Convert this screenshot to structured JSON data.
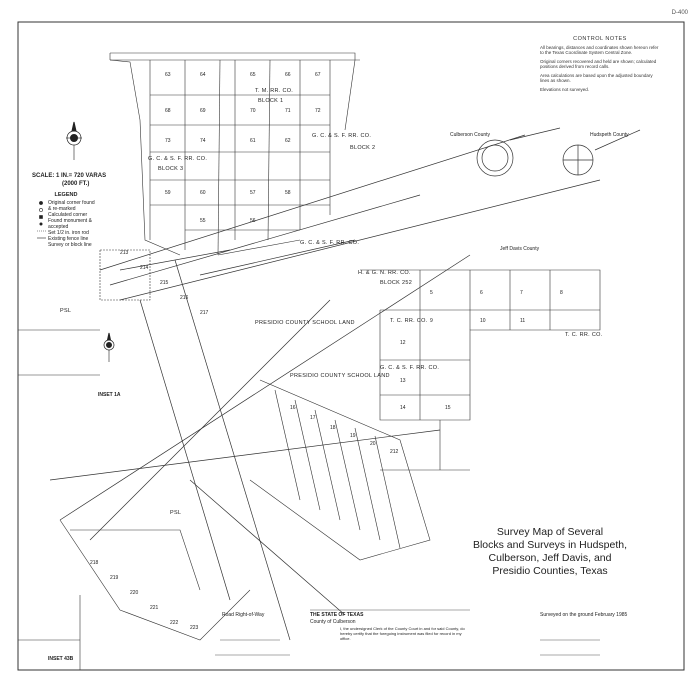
{
  "map": {
    "sheet_number": "D-400",
    "title_lines": [
      "Survey Map of Several",
      "Blocks and Surveys in Hudspeth,",
      "Culberson, Jeff Davis, and",
      "Presidio Counties, Texas"
    ],
    "scale": {
      "line1": "SCALE: 1 IN.= 720 VARAS",
      "line2": "(2000 FT.)"
    },
    "legend": {
      "heading": "LEGEND",
      "items": [
        "Original corner found & re-marked",
        "Calculated corner",
        "Found monument & accepted",
        "Set 1/2 in. iron rod",
        "Existing fence line",
        "Survey or block line"
      ]
    },
    "notes": {
      "heading": "CONTROL NOTES",
      "paragraphs": [
        "All bearings, distances and coordinates shown hereon refer to the Texas Coordinate System Central Zone.",
        "Original corners recovered and held are shown; calculated positions derived from record calls.",
        "Area calculations are based upon the adjusted boundary lines as shown.",
        "Elevations not surveyed."
      ]
    },
    "county_labels": {
      "culberson": "Culberson County",
      "hudspeth": "Hudspeth County",
      "jeff_davis": "Jeff Davis County"
    },
    "block_labels": [
      "T. M. RR. CO.",
      "BLOCK 1",
      "G. C. & S. F. RR. CO.",
      "BLOCK 2",
      "G. C. & S. F. RR. CO.",
      "BLOCK 3",
      "G. C. & S. F. RR. CO.",
      "H. & G. N. RR. CO.",
      "BLOCK 252",
      "PRESIDIO COUNTY SCHOOL LAND",
      "PRESIDIO COUNTY SCHOOL LAND",
      "T. C. RR. CO.",
      "T. C. RR. CO.",
      "G. C. & S. F. RR. CO.",
      "PSL",
      "PSL"
    ],
    "survey_numbers": [
      "63",
      "64",
      "65",
      "66",
      "67",
      "68",
      "69",
      "70",
      "71",
      "72",
      "73",
      "74",
      "61",
      "62",
      "59",
      "60",
      "57",
      "58",
      "55",
      "56",
      "5",
      "6",
      "7",
      "8",
      "9",
      "10",
      "11",
      "12",
      "13",
      "14",
      "15",
      "16",
      "17",
      "18",
      "19",
      "20",
      "212",
      "213",
      "214",
      "215",
      "216",
      "217",
      "218",
      "219",
      "220",
      "221",
      "222",
      "223"
    ],
    "insets": [
      "INSET 1A",
      "INSET 43B"
    ],
    "certificate": {
      "heading": "THE STATE OF TEXAS",
      "county": "County of Culberson",
      "body": "I, the undersigned Clerk of the County Court in and for said County, do hereby certify that the foregoing instrument was filed for record in my office."
    },
    "surveyor_block": "Surveyed on the ground February 1985",
    "lower_note": "Road Right-of-Way",
    "colors": {
      "ink": "#222222",
      "paper": "#ffffff"
    },
    "icons": [
      "north-arrow-icon",
      "north-arrow-icon",
      "seal-icon",
      "seal-icon"
    ]
  }
}
